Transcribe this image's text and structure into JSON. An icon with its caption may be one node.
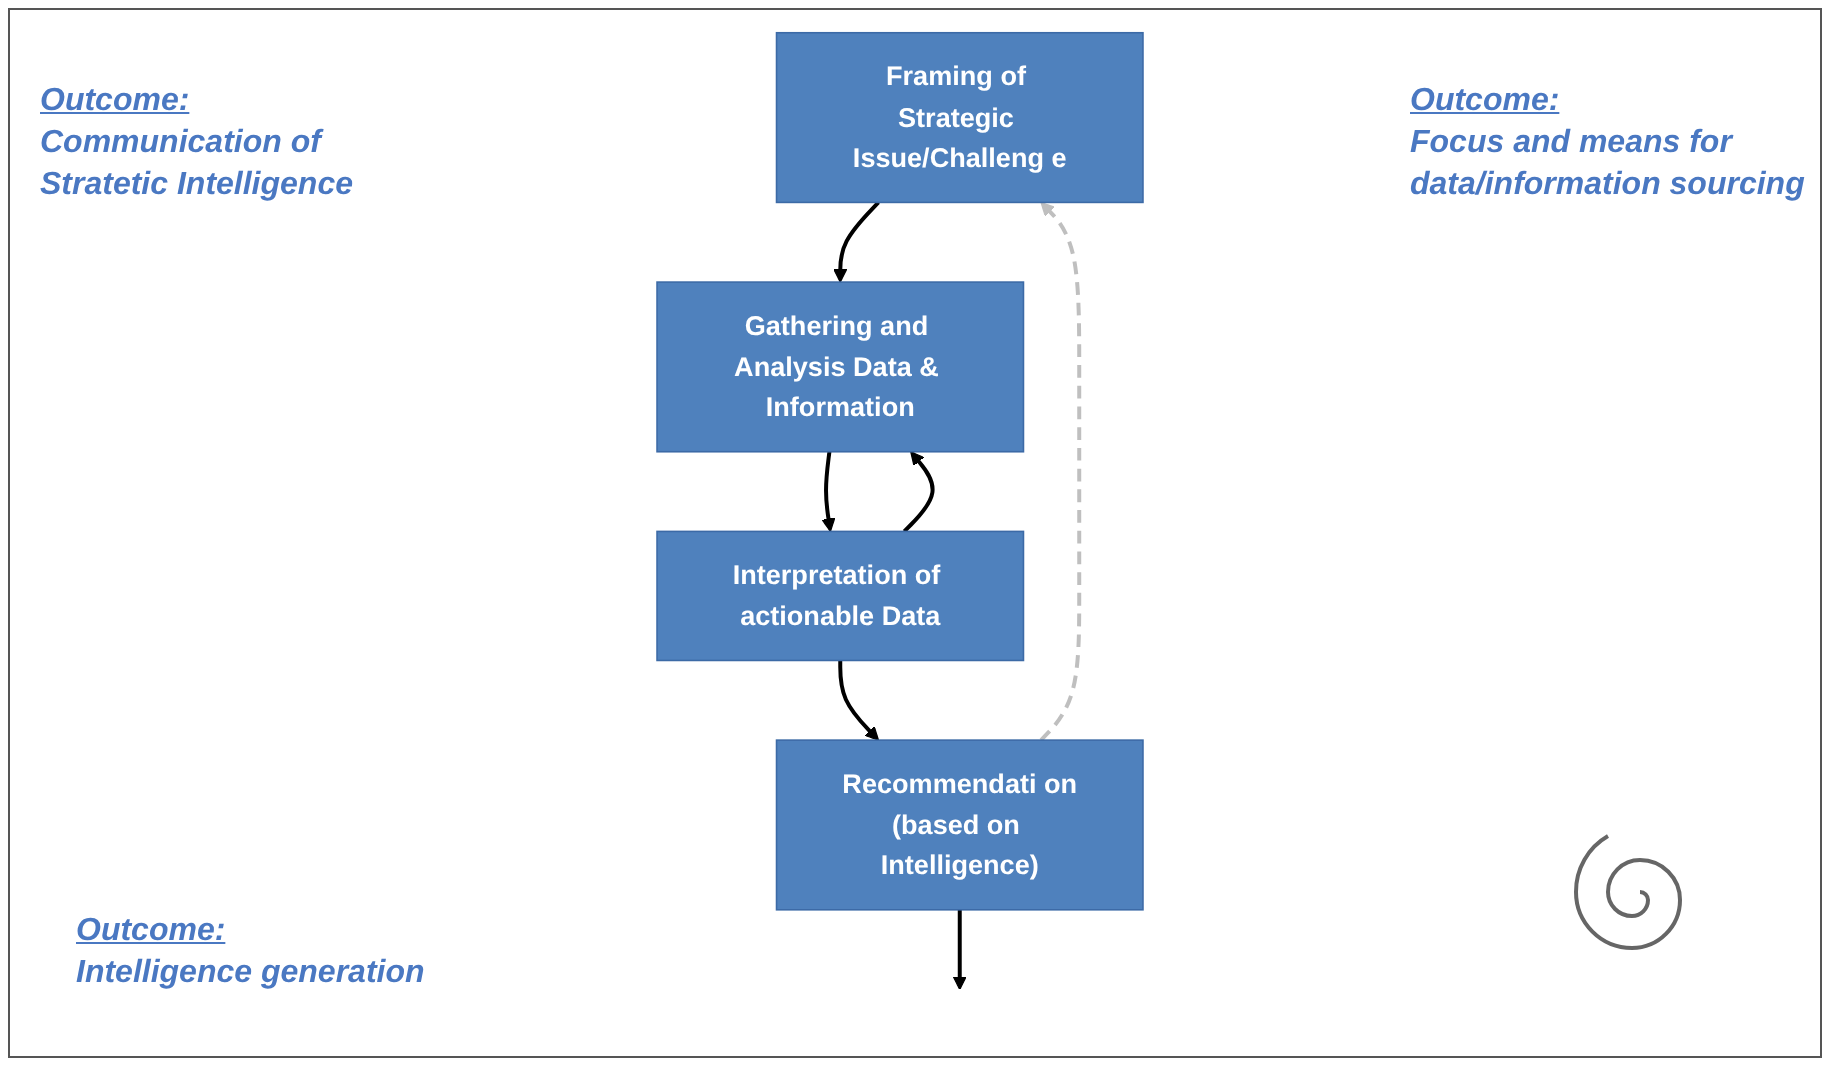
{
  "diagram": {
    "nodes": [
      {
        "text": [
          "Framing of Strategic Issue/Challeng e"
        ]
      },
      {
        "text": [
          "Gathering and Analysis Data & Information"
        ]
      },
      {
        "text": [
          "Interpretation of actionable Data"
        ]
      },
      {
        "text": [
          "Recommendati on",
          "(based on Intelligence)"
        ]
      }
    ],
    "edges": [
      {
        "from": 0,
        "to": 1,
        "arrow": "to"
      },
      {
        "from": 1,
        "to": 2,
        "arrow": "to"
      },
      {
        "from": 2,
        "to": 1,
        "arrow": "to"
      },
      {
        "from": 2,
        "to": 3,
        "arrow": "to"
      },
      {
        "from": 3,
        "to": null,
        "arrow": "to"
      },
      {
        "from": 3,
        "to": 0,
        "arrow": "to",
        "style": "dashed",
        "color": "#bfbfbf"
      }
    ],
    "labels": [
      "Outcome:",
      "Communication of Stratetic Intelligence",
      "Outcome:",
      "Focus and means for data/information sourcing",
      "Outcome:",
      "Intelligence generation"
    ]
  }
}
